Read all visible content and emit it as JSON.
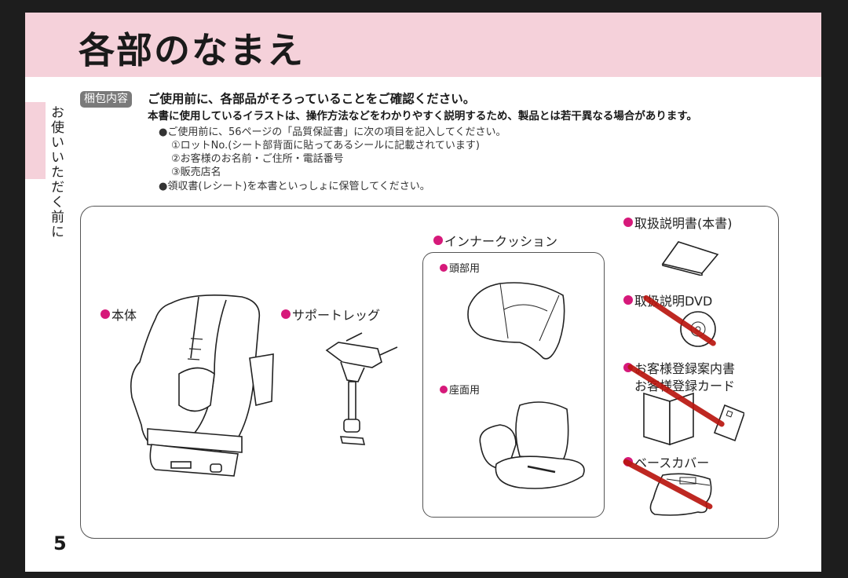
{
  "header": {
    "title": "各部のなまえ",
    "band_color": "#f5d1da"
  },
  "side": {
    "section_label": "お使いいただく前に",
    "page_number": "5"
  },
  "intro": {
    "badge": "梱包内容",
    "line1": "ご使用前に、各部品がそろっていることをご確認ください。",
    "line2": "本書に使用しているイラストは、操作方法などをわかりやすく説明するため、製品とは若干異なる場合があります。",
    "notes": [
      "●ご使用前に、56ページの「品質保証書」に次の項目を記入してください。",
      "①ロットNo.(シート部背面に貼ってあるシールに記載されています)",
      "②お客様のお名前・ご住所・電話番号",
      "③販売店名",
      "●領収書(レシート)を本書といっしょに保管してください。"
    ]
  },
  "parts": {
    "body": "本体",
    "support_leg": "サポートレッグ",
    "inner_cushion": {
      "title": "インナークッション",
      "head": "頭部用",
      "seat": "座面用"
    },
    "manual": "取扱説明書(本書)",
    "dvd": "取扱説明DVD",
    "registration_guide": "お客様登録案内書",
    "registration_card": "お客様登録カード",
    "base_cover": "ベースカバー"
  },
  "annotations": {
    "strike_color": "#b8160f",
    "struck_items": [
      "取扱説明DVD",
      "お客様登録案内書・お客様登録カード",
      "ベースカバー"
    ]
  },
  "colors": {
    "bullet": "#d6197a",
    "badge_bg": "#7a7a7a",
    "frame": "#1d1d1d"
  }
}
